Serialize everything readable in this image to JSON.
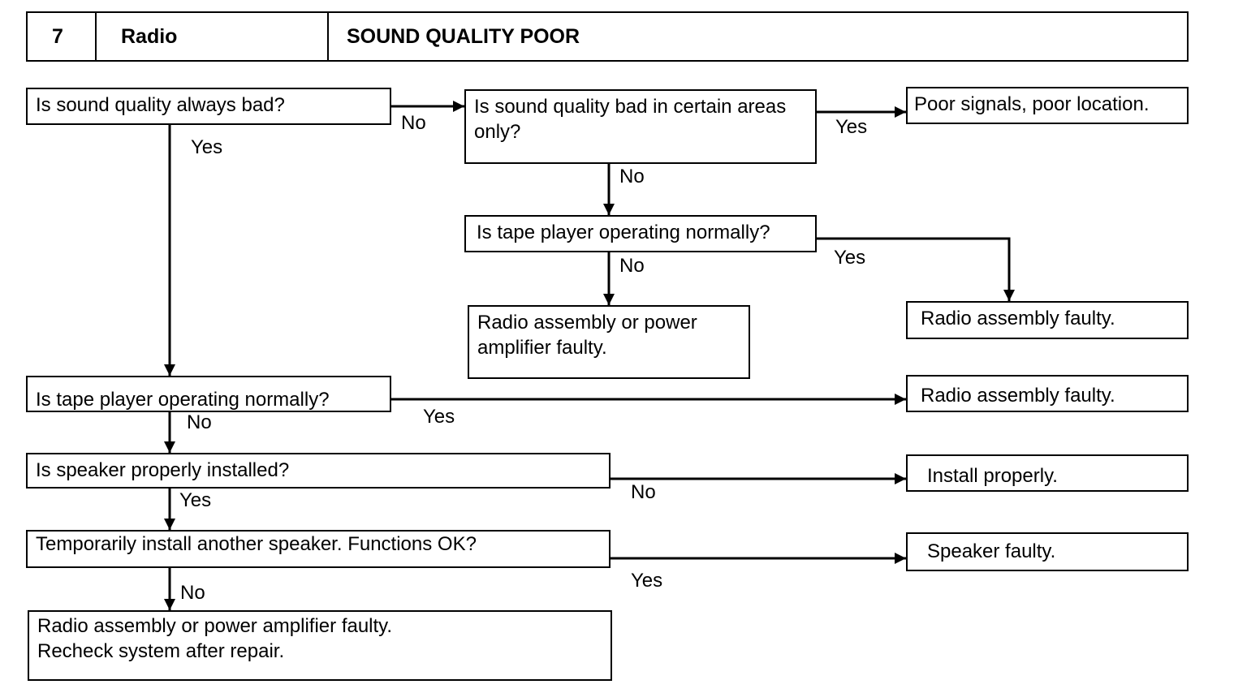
{
  "header": {
    "number": "7",
    "system": "Radio",
    "title": "SOUND QUALITY POOR"
  },
  "nodes": {
    "q_always_bad": "Is sound quality always bad?",
    "q_certain_areas": "Is sound quality bad in certain areas only?",
    "r_poor_signals": "Poor signals, poor location.",
    "q_tape_normal_upper": "Is tape player operating normally?",
    "r_radio_or_amp_upper": "Radio assembly or power amplifier faulty.",
    "r_radio_faulty_upper": "Radio assembly faulty.",
    "q_tape_normal_lower": "Is tape player operating normally?",
    "r_radio_faulty_lower": "Radio assembly faulty.",
    "q_speaker_installed": "Is speaker properly installed?",
    "r_install_properly": "Install properly.",
    "q_temp_speaker": "Temporarily install another speaker. Functions OK?",
    "r_speaker_faulty": "Speaker faulty.",
    "r_final_line1": "Radio assembly or power amplifier faulty.",
    "r_final_line2": "Recheck system after repair."
  },
  "edge_labels": {
    "always_bad_no": "No",
    "always_bad_yes": "Yes",
    "certain_areas_yes": "Yes",
    "certain_areas_no": "No",
    "tape_upper_no": "No",
    "tape_upper_yes": "Yes",
    "tape_lower_no": "No",
    "tape_lower_yes": "Yes",
    "speaker_installed_yes": "Yes",
    "speaker_installed_no": "No",
    "temp_speaker_no": "No",
    "temp_speaker_yes": "Yes"
  }
}
